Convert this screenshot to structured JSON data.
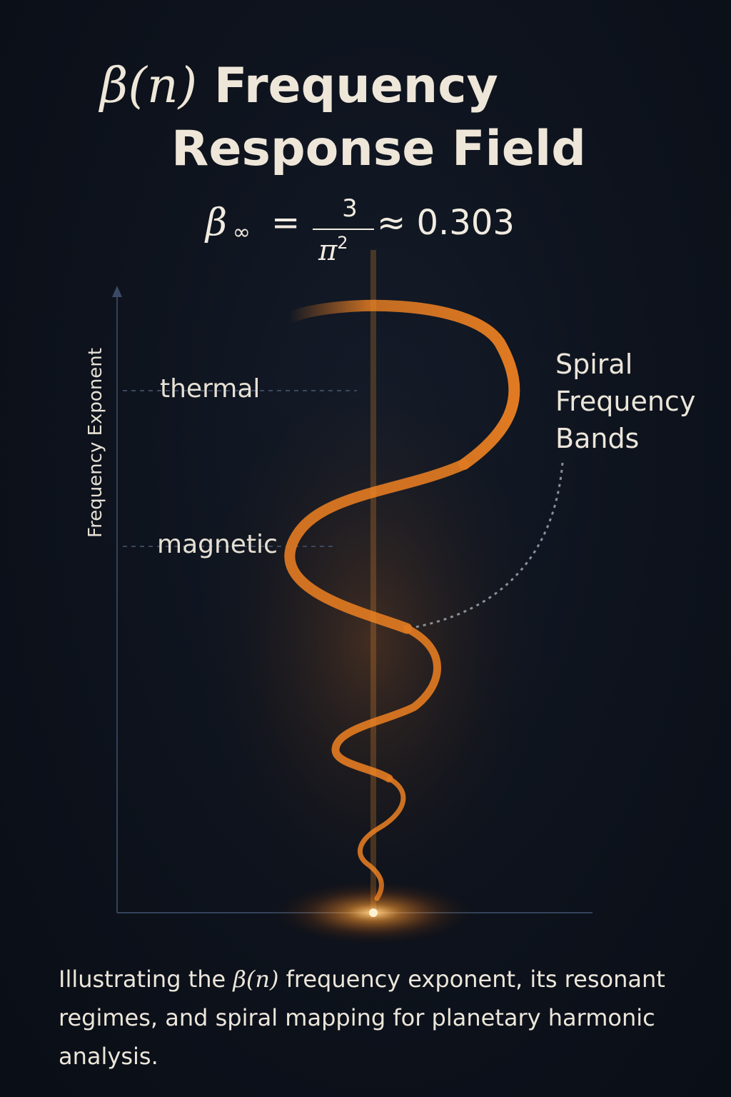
{
  "title": {
    "line1_symbol": "β(n)",
    "line1_text": " Frequency",
    "line2_text": "Response Field"
  },
  "formula": {
    "beta": "β",
    "subscript": "∞",
    "equals": "=",
    "numerator": "3",
    "denominator": "π",
    "denominator_exp": "2",
    "approx_value": "≈ 0.303"
  },
  "axis": {
    "y_label": "Frequency Exponent"
  },
  "regimes": [
    {
      "label": "thermal"
    },
    {
      "label": "magnetic"
    }
  ],
  "bands_label": [
    "Spiral",
    "Frequency",
    "Bands"
  ],
  "caption": {
    "pre": "Illustrating the ",
    "symbol": "β(n)",
    "post_line1": " frequency exponent, its resonant",
    "line2": "regimes, and spiral mapping for planetary harmonic",
    "line3": "analysis."
  },
  "colors": {
    "background": "#0c1018",
    "spiral": "#e07a22",
    "axis_line": "#f5b15a",
    "text": "#ece6da",
    "axes": "#34425a"
  }
}
